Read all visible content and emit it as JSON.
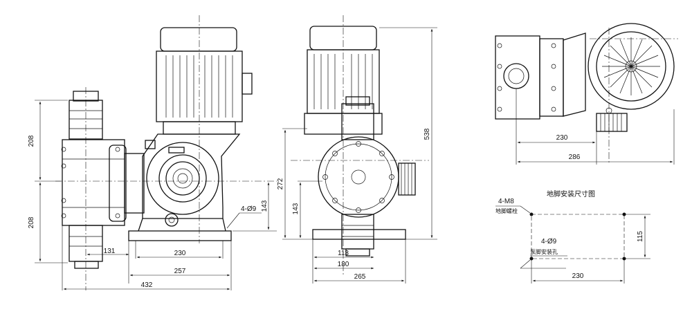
{
  "front_view": {
    "dims": {
      "d208_top": "208",
      "d208_bottom": "208",
      "d131": "131",
      "d230": "230",
      "d257": "257",
      "d432": "432",
      "d143": "143",
      "hole": "4-Ø9"
    }
  },
  "side_view": {
    "dims": {
      "d538": "538",
      "d272": "272",
      "d143": "143",
      "d113": "113",
      "d180": "180",
      "d265": "265"
    }
  },
  "top_view": {
    "dims": {
      "d230": "230",
      "d286": "286"
    }
  },
  "foundation": {
    "title": "地脚安装尺寸图",
    "bolt_spec": "4-M8",
    "bolt_label": "地脚螺栓",
    "hole_spec": "4-Ø9",
    "hole_label": "泵脚安装孔",
    "d115": "115",
    "d230": "230"
  }
}
